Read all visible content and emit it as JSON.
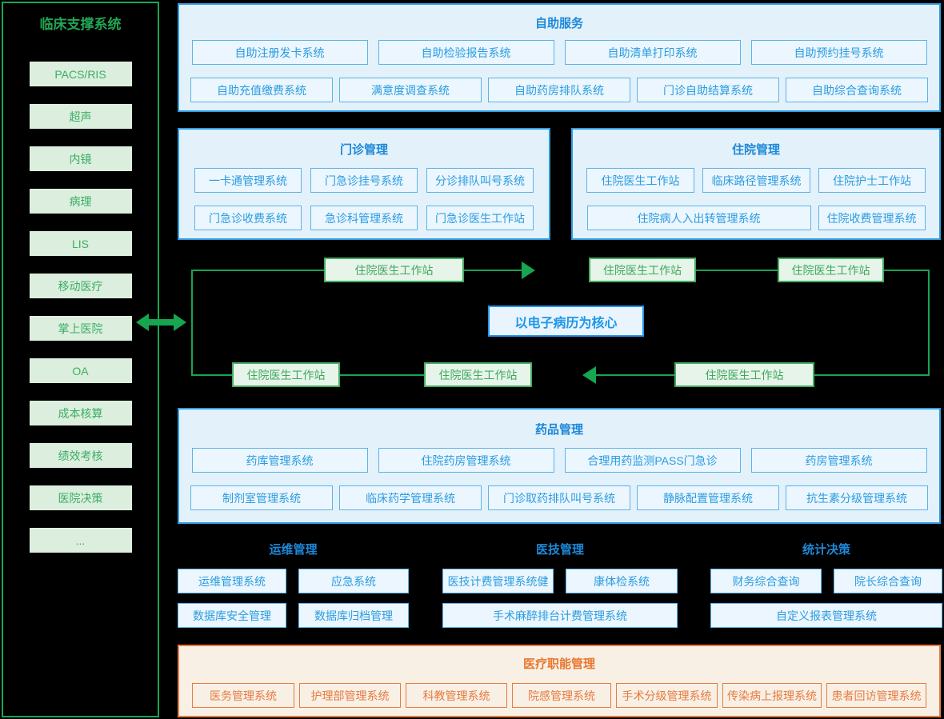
{
  "sidebar": {
    "title": "临床支撑系统",
    "items": [
      "PACS/RIS",
      "超声",
      "内镜",
      "病理",
      "LIS",
      "移动医疗",
      "掌上医院",
      "OA",
      "成本核算",
      "绩效考核",
      "医院决策",
      "..."
    ]
  },
  "self_service": {
    "title": "自助服务",
    "row1": [
      "自助注册发卡系统",
      "自助检验报告系统",
      "自助清单打印系统",
      "自助预约挂号系统"
    ],
    "row2": [
      "自助充值缴费系统",
      "满意度调查系统",
      "自助药房排队系统",
      "门诊自助结算系统",
      "自助综合查询系统"
    ]
  },
  "outpatient": {
    "title": "门诊管理",
    "row1": [
      "一卡通管理系统",
      "门急诊挂号系统",
      "分诊排队叫号系统"
    ],
    "row2": [
      "门急诊收费系统",
      "急诊科管理系统",
      "门急诊医生工作站"
    ]
  },
  "inpatient": {
    "title": "住院管理",
    "row1": [
      "住院医生工作站",
      "临床路径管理系统",
      "住院护士工作站"
    ],
    "row2": [
      "住院病人入出转管理系统",
      "住院收费管理系统"
    ]
  },
  "emr_flow": {
    "center_label": "以电子病历为核心",
    "nodes": [
      "住院医生工作站",
      "住院医生工作站",
      "住院医生工作站",
      "住院医生工作站",
      "住院医生工作站",
      "住院医生工作站"
    ]
  },
  "pharmacy": {
    "title": "药品管理",
    "row1": [
      "药库管理系统",
      "住院药房管理系统",
      "合理用药监测PASS门急诊",
      "药房管理系统"
    ],
    "row2": [
      "制剂室管理系统",
      "临床药学管理系统",
      "门诊取药排队叫号系统",
      "静脉配置管理系统",
      "抗生素分级管理系统"
    ]
  },
  "ops": {
    "title": "运维管理",
    "row1": [
      "运维管理系统",
      "应急系统"
    ],
    "row2": [
      "数据库安全管理",
      "数据库归档管理"
    ]
  },
  "medtech": {
    "title": "医技管理",
    "row1": [
      "医技计费管理系统健",
      "康体检系统"
    ],
    "row2": [
      "手术麻醉排台计费管理系统"
    ]
  },
  "stats": {
    "title": "统计决策",
    "row1": [
      "财务综合查询",
      "院长综合查询"
    ],
    "row2": [
      "自定义报表管理系统"
    ]
  },
  "medical_admin": {
    "title": "医疗职能管理",
    "row1": [
      "医务管理系统",
      "护理部管理系统",
      "科教管理系统",
      "院感管理系统",
      "手术分级管理系统",
      "传染病上报理系统",
      "患者回访管理系统"
    ]
  },
  "colors": {
    "green": "#17A550",
    "green_box_bg": "#E7F4EA",
    "green_box_border": "#44AD5F",
    "green_text": "#3BAE68",
    "blue_panel_bg": "#E3F1FB",
    "blue_panel_border": "#2F9BE1",
    "blue_box_bg": "#EBF6FE",
    "blue_box_border": "#5FB2E6",
    "blue_text": "#2B9CE0",
    "blue_title": "#1E88D8",
    "emr_border": "#2196F3",
    "orange": "#E87A40",
    "orange_panel_bg": "#F8F0E5",
    "background": "#000000"
  }
}
